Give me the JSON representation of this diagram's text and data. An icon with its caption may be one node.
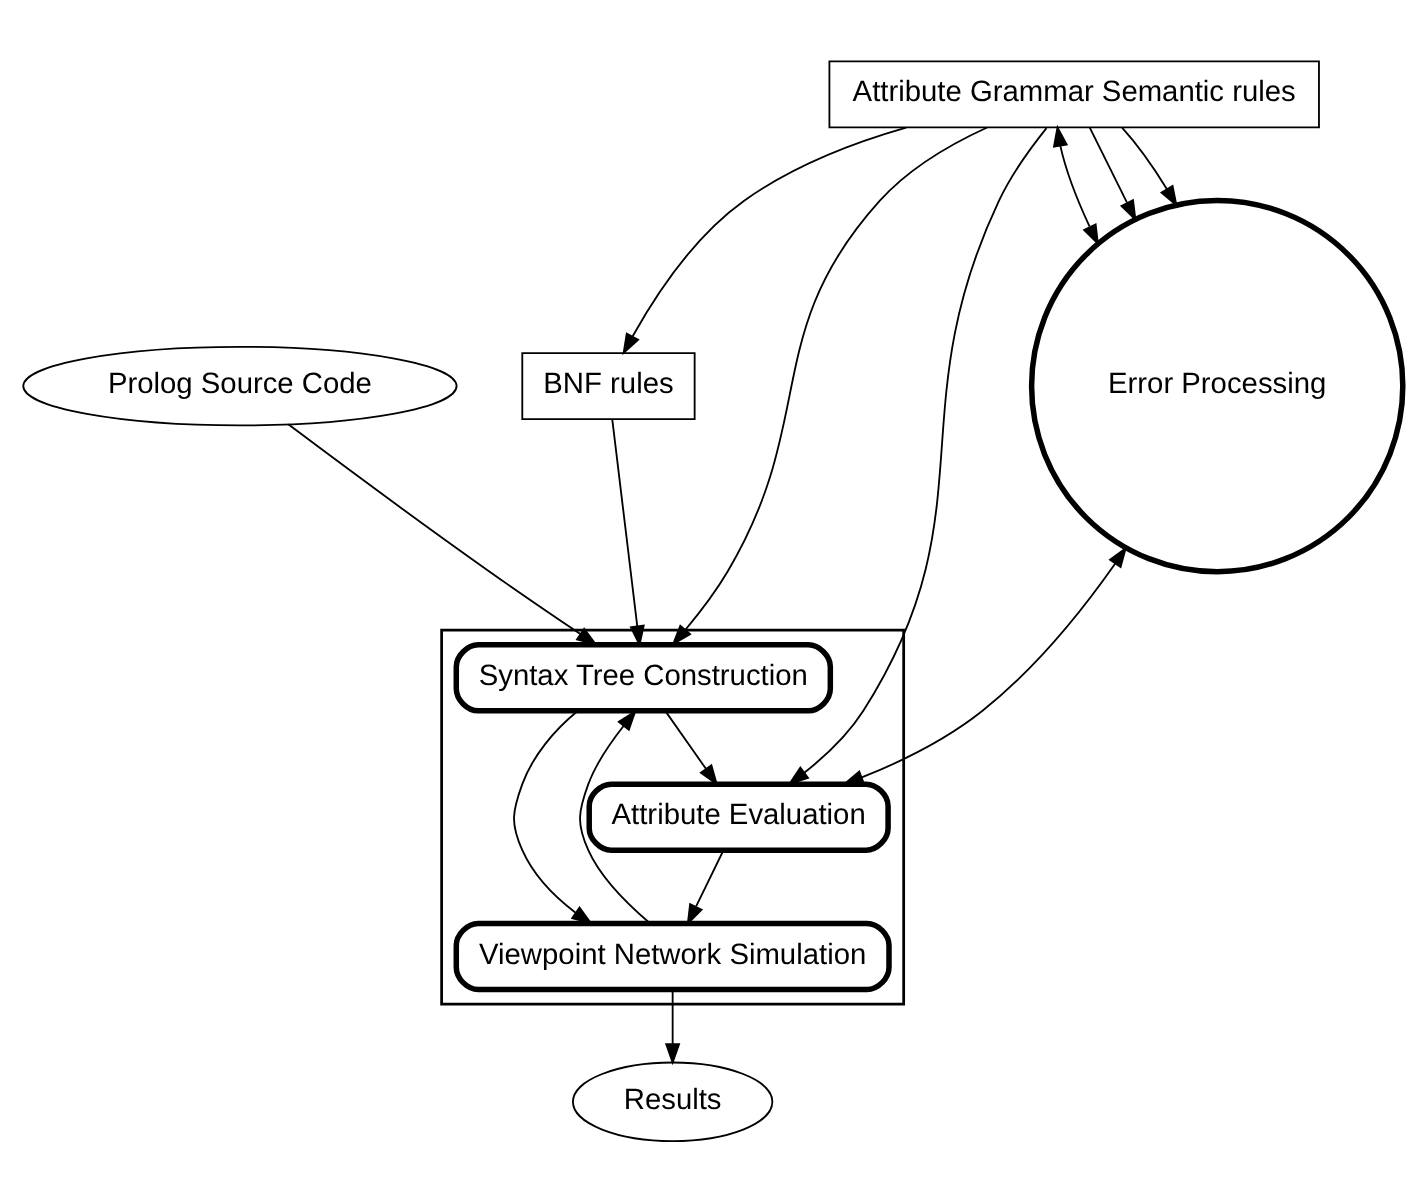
{
  "diagram": {
    "nodes": [
      {
        "text": [
          "Prolog Source Code"
        ]
      },
      {
        "text": [
          "BNF rules"
        ]
      },
      {
        "text": [],
        "shape": "box"
      },
      {
        "text": [
          "Syntax Tree Construction"
        ],
        "in": 2
      },
      {
        "text": [
          "Attribute Grammar Semantic rules"
        ]
      },
      {
        "text": [
          "Attribute Evaluation"
        ],
        "in": 2
      },
      {
        "text": [
          "Viewpoint Network Simulation"
        ],
        "in": 2
      },
      {
        "text": [
          "Error Processing"
        ]
      },
      {
        "text": [
          "Results"
        ]
      }
    ],
    "edges": [
      {
        "from": 0,
        "to": 3,
        "arrow": "to"
      },
      {
        "from": 1,
        "to": 3,
        "arrow": "to"
      },
      {
        "from": 4,
        "to": 1,
        "arrow": "to"
      },
      {
        "from": 4,
        "to": 3,
        "arrow": "to"
      },
      {
        "from": 4,
        "to": 5,
        "arrow": "to"
      },
      {
        "from": 3,
        "to": 5,
        "arrow": "to"
      },
      {
        "from": 5,
        "to": 6,
        "arrow": "to"
      },
      {
        "from": 3,
        "to": 6,
        "arrow": "to"
      },
      {
        "from": 6,
        "to": 3,
        "arrow": "to"
      },
      {
        "from": 4,
        "to": 7,
        "arrow": "both"
      },
      {
        "from": 4,
        "to": 7,
        "arrow": "to"
      },
      {
        "from": 4,
        "to": 7,
        "arrow": "to"
      },
      {
        "from": 7,
        "to": 5,
        "arrow": "both"
      },
      {
        "from": 6,
        "to": 8,
        "arrow": "to"
      }
    ]
  }
}
